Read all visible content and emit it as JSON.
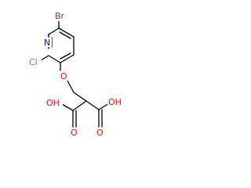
{
  "molecule": {
    "atoms": {
      "bromine": "Br",
      "ring_nitrogen": "N",
      "chlorine": "Cl",
      "ether_oxygen": "O",
      "carbonyl_oxygen_left": "O",
      "carbonyl_oxygen_right": "O",
      "hydroxyl_left": "OH",
      "hydroxyl_right": "OH"
    },
    "colors": {
      "bromine": "#a52a2a",
      "nitrogen": "#0000ff",
      "chlorine": "#1fb41f",
      "oxygen": "#ff0000",
      "bond": "#000000"
    }
  }
}
